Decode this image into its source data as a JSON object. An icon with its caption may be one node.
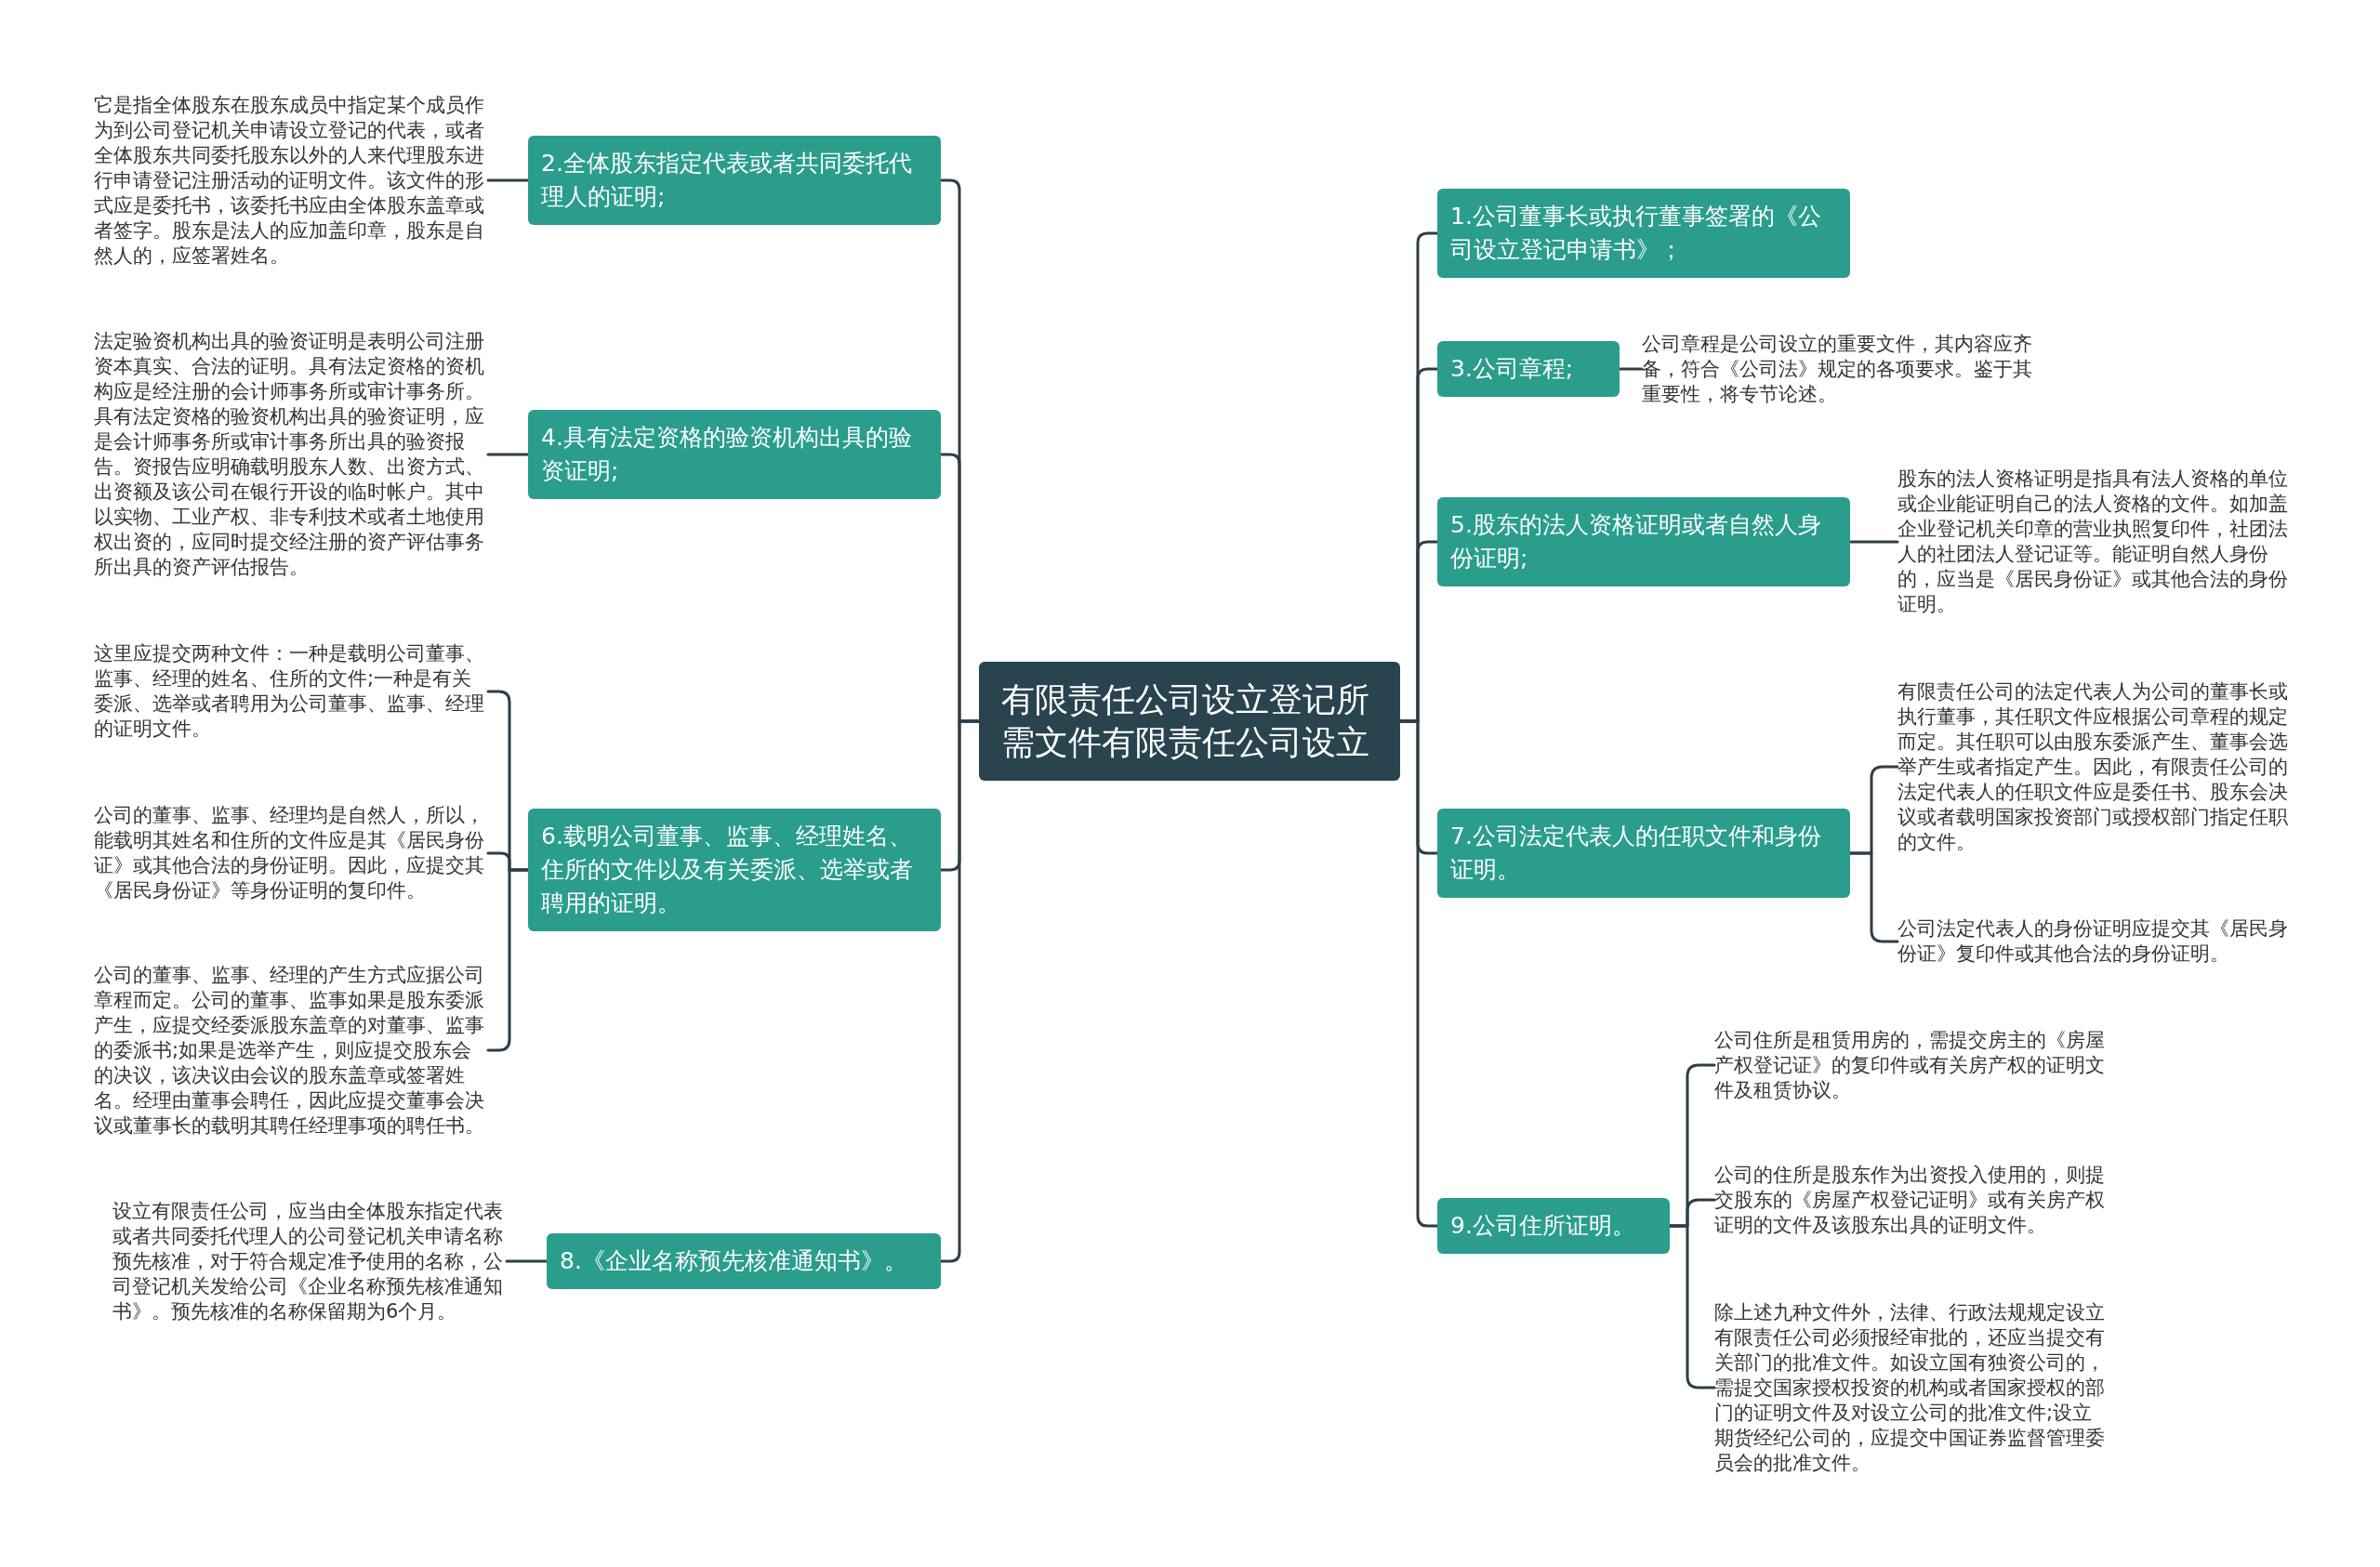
{
  "diagram": {
    "nodes": [
      {
        "text": [
          "有限责任公司设立登记所需文件有限责任公司设立"
        ]
      },
      {
        "text": [
          "1.公司董事长或执行董事签署的《公司设立登记申请书》；"
        ]
      },
      {
        "text": [
          "2.全体股东指定代表或者共同委托代理人的证明;"
        ]
      },
      {
        "text": [
          "它是指全体股东在股东成员中指定某个成员作为到公司登记机关申请设立登记的代表，或者全体股东共同委托股东以外的人来代理股东进行申请登记注册活动的证明文件。该文件的形式应是委托书，该委托书应由全体股东盖章或者签字。股东是法人的应加盖印章，股东是自然人的，应签署姓名。"
        ]
      },
      {
        "text": [
          "3.公司章程;"
        ]
      },
      {
        "text": [
          "公司章程是公司设立的重要文件，其内容应齐备，符合《公司法》规定的各项要求。鉴于其重要性，将专节论述。"
        ]
      },
      {
        "text": [
          "4.具有法定资格的验资机构出具的验资证明;"
        ]
      },
      {
        "text": [
          "法定验资机构出具的验资证明是表明公司注册资本真实、合法的证明。具有法定资格的资机构应是经注册的会计师事务所或审计事务所。具有法定资格的验资机构出具的验资证明，应是会计师事务所或审计事务所出具的验资报告。资报告应明确载明股东人数、出资方式、出资额及该公司在银行开设的临时帐户。其中以实物、工业产权、非专利技术或者土地使用权出资的，应同时提交经注册的资产评估事务所出具的资产评估报告。"
        ]
      },
      {
        "text": [
          "5.股东的法人资格证明或者自然人身份证明;"
        ]
      },
      {
        "text": [
          "股东的法人资格证明是指具有法人资格的单位或企业能证明自己的法人资格的文件。如加盖企业登记机关印章的营业执照复印件，社团法人的社团法人登记证等。能证明自然人身份的，应当是《居民身份证》或其他合法的身份证明。"
        ]
      },
      {
        "text": [
          "6.载明公司董事、监事、经理姓名、住所的文件以及有关委派、选举或者聘用的证明。"
        ]
      },
      {
        "text": [
          "这里应提交两种文件：一种是载明公司董事、监事、经理的姓名、住所的文件;一种是有关委派、选举或者聘用为公司董事、监事、经理的证明文件。"
        ]
      },
      {
        "text": [
          "公司的董事、监事、经理均是自然人，所以，能载明其姓名和住所的文件应是其《居民身份证》或其他合法的身份证明。因此，应提交其《居民身份证》等身份证明的复印件。"
        ]
      },
      {
        "text": [
          "公司的董事、监事、经理的产生方式应据公司章程而定。公司的董事、监事如果是股东委派产生，应提交经委派股东盖章的对董事、监事的委派书;如果是选举产生，则应提交股东会的决议，该决议由会议的股东盖章或签署姓名。经理由董事会聘任，因此应提交董事会决议或董事长的载明其聘任经理事项的聘任书。"
        ]
      },
      {
        "text": [
          "7.公司法定代表人的任职文件和身份证明。"
        ]
      },
      {
        "text": [
          "有限责任公司的法定代表人为公司的董事长或执行董事，其任职文件应根据公司章程的规定而定。其任职可以由股东委派产生、董事会选举产生或者指定产生。因此，有限责任公司的法定代表人的任职文件应是委任书、股东会决议或者载明国家投资部门或授权部门指定任职的文件。"
        ]
      },
      {
        "text": [
          "公司法定代表人的身份证明应提交其《居民身份证》复印件或其他合法的身份证明。"
        ]
      },
      {
        "text": [
          "8.《企业名称预先核准通知书》。"
        ]
      },
      {
        "text": [
          "设立有限责任公司，应当由全体股东指定代表或者共同委托代理人的公司登记机关申请名称预先核准，对于符合规定准予使用的名称，公司登记机关发给公司《企业名称预先核准通知书》。预先核准的名称保留期为6个月。"
        ]
      },
      {
        "text": [
          "9.公司住所证明。"
        ]
      },
      {
        "text": [
          "公司住所是租赁用房的，需提交房主的《房屋产权登记证》的复印件或有关房产权的证明文件及租赁协议。"
        ]
      },
      {
        "text": [
          "公司的住所是股东作为出资投入使用的，则提交股东的《房屋产权登记证明》或有关房产权证明的文件及该股东出具的证明文件。"
        ]
      },
      {
        "text": [
          "除上述九种文件外，法律、行政法规规定设立有限责任公司必须报经审批的，还应当提交有关部门的批准文件。如设立国有独资公司的，需提交国家授权投资的机构或者国家授权的部门的证明文件及对设立公司的批准文件;设立期货经纪公司的，应提交中国证券监督管理委员会的批准文件。"
        ]
      }
    ],
    "edges": [
      {
        "from": 0,
        "to": 1,
        "arrow": "none"
      },
      {
        "from": 0,
        "to": 2,
        "arrow": "none"
      },
      {
        "from": 0,
        "to": 4,
        "arrow": "none"
      },
      {
        "from": 0,
        "to": 6,
        "arrow": "none"
      },
      {
        "from": 0,
        "to": 8,
        "arrow": "none"
      },
      {
        "from": 0,
        "to": 10,
        "arrow": "none"
      },
      {
        "from": 0,
        "to": 14,
        "arrow": "none"
      },
      {
        "from": 0,
        "to": 17,
        "arrow": "none"
      },
      {
        "from": 0,
        "to": 19,
        "arrow": "none"
      },
      {
        "from": 2,
        "to": 3,
        "arrow": "none"
      },
      {
        "from": 4,
        "to": 5,
        "arrow": "none"
      },
      {
        "from": 6,
        "to": 7,
        "arrow": "none"
      },
      {
        "from": 8,
        "to": 9,
        "arrow": "none"
      },
      {
        "from": 10,
        "to": 11,
        "arrow": "none"
      },
      {
        "from": 10,
        "to": 12,
        "arrow": "none"
      },
      {
        "from": 10,
        "to": 13,
        "arrow": "none"
      },
      {
        "from": 14,
        "to": 15,
        "arrow": "none"
      },
      {
        "from": 14,
        "to": 16,
        "arrow": "none"
      },
      {
        "from": 17,
        "to": 18,
        "arrow": "none"
      },
      {
        "from": 19,
        "to": 20,
        "arrow": "none"
      },
      {
        "from": 19,
        "to": 21,
        "arrow": "none"
      },
      {
        "from": 19,
        "to": 22,
        "arrow": "none"
      }
    ]
  }
}
